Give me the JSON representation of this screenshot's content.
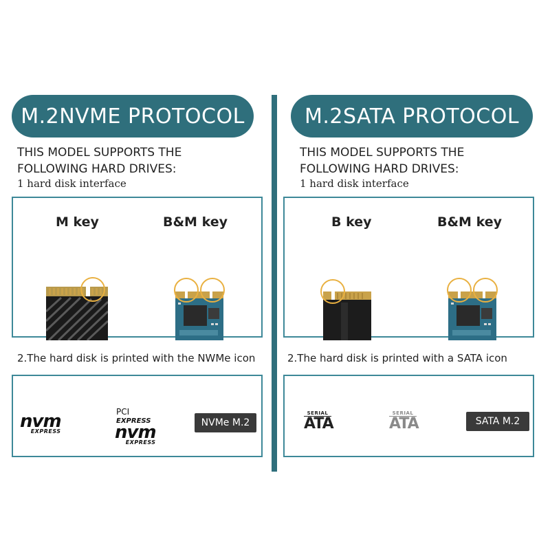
{
  "left": {
    "title": "M.2NVME PROTOCOL",
    "support_line1": "THIS MODEL SUPPORTS THE",
    "support_line2": "FOLLOWING HARD DRIVES:",
    "interface": "1 hard disk interface",
    "key1": "M key",
    "key2": "B&M key",
    "note": "2.The hard disk is printed with the NWMe icon",
    "logo1_big": "nvm",
    "logo1_small": "EXPRESS",
    "logo2_pci": "PCI",
    "logo2_express": "EXPRESS",
    "logo2_big": "nvm",
    "logo2_small": "EXPRESS",
    "badge": "NVMe M.2"
  },
  "right": {
    "title": "M.2SATA PROTOCOL",
    "support_line1": "THIS MODEL SUPPORTS THE",
    "support_line2": "FOLLOWING HARD DRIVES:",
    "interface": "1 hard disk interface",
    "key1": "B key",
    "key2": "B&M key",
    "note": "2.The hard disk is printed with a SATA icon",
    "logo1_serial": "SERIAL",
    "logo1_ata": "ATA",
    "logo2_serial": "SERIAL",
    "logo2_ata": "ATA",
    "badge": "SATA M.2"
  },
  "colors": {
    "accent": "#2f6f7c",
    "border": "#3d8898",
    "highlight_ring": "#e9b040",
    "badge_bg": "#3a3a3a"
  }
}
